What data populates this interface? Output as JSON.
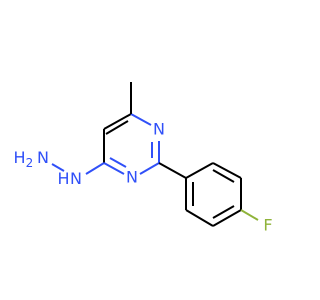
{
  "molecule": {
    "atoms": [
      {
        "id": "n_ring_top",
        "symbol": "N",
        "label": "N",
        "color": "#3050F8"
      },
      {
        "id": "n_ring_bottom",
        "symbol": "N",
        "label": "N",
        "color": "#3050F8"
      },
      {
        "id": "nh_hydrazine",
        "symbol": "N",
        "label": "HN",
        "label_h": "H",
        "label_n": "N",
        "color": "#3050F8"
      },
      {
        "id": "nh2_hydrazine",
        "symbol": "N",
        "label": "H2N",
        "label_h": "H",
        "label_sub": "2",
        "label_n": "N",
        "color": "#3050F8"
      },
      {
        "id": "fluorine",
        "symbol": "F",
        "label": "F",
        "color": "#8FB33A"
      }
    ],
    "bond_color": "#000000"
  }
}
